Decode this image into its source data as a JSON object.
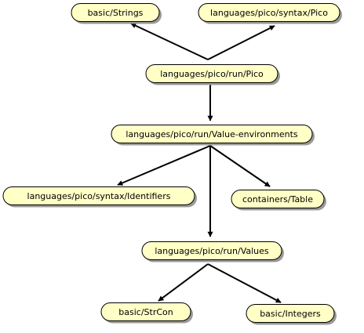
{
  "diagram": {
    "nodes": [
      {
        "id": "strings",
        "label": "basic/Strings"
      },
      {
        "id": "syntax-pico",
        "label": "languages/pico/syntax/Pico"
      },
      {
        "id": "run-pico",
        "label": "languages/pico/run/Pico"
      },
      {
        "id": "value-env",
        "label": "languages/pico/run/Value-environments"
      },
      {
        "id": "identifiers",
        "label": "languages/pico/syntax/Identifiers"
      },
      {
        "id": "table",
        "label": "containers/Table"
      },
      {
        "id": "values",
        "label": "languages/pico/run/Values"
      },
      {
        "id": "strcon",
        "label": "basic/StrCon"
      },
      {
        "id": "integers",
        "label": "basic/Integers"
      }
    ],
    "edges": [
      {
        "from": "run-pico",
        "to": "strings"
      },
      {
        "from": "run-pico",
        "to": "syntax-pico"
      },
      {
        "from": "run-pico",
        "to": "value-env"
      },
      {
        "from": "value-env",
        "to": "identifiers"
      },
      {
        "from": "value-env",
        "to": "table"
      },
      {
        "from": "value-env",
        "to": "values"
      },
      {
        "from": "values",
        "to": "strcon"
      },
      {
        "from": "values",
        "to": "integers"
      }
    ]
  }
}
